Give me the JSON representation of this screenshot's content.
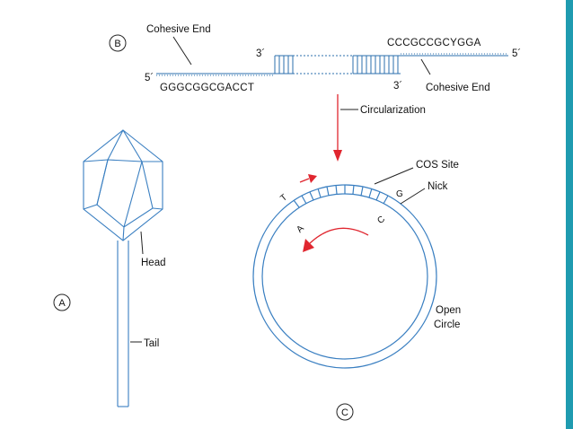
{
  "panel_b": {
    "letter": "B",
    "cohesive_end_left": "Cohesive End",
    "cohesive_end_right": "Cohesive End",
    "prime_5_left": "5´",
    "prime_3_left": "3´",
    "prime_3_right": "3´",
    "prime_5_right": "5´",
    "seq_left": "GGGCGGCGACCT",
    "seq_right": "CCCGCCGCYGGA"
  },
  "arrow_label": "Circularization",
  "panel_a": {
    "letter": "A",
    "head_label": "Head",
    "tail_label": "Tail"
  },
  "panel_c": {
    "letter": "C",
    "cos_site": "COS Site",
    "nick": "Nick",
    "open_circle_line1": "Open",
    "open_circle_line2": "Circle",
    "base_t": "T",
    "base_g": "G",
    "base_a": "A",
    "base_c": "C"
  },
  "colors": {
    "dna_blue": "#2b6fae",
    "phage_blue": "#3a7fc1",
    "arrow_red": "#e0262f",
    "edge_strip": "#1f9bb0"
  }
}
